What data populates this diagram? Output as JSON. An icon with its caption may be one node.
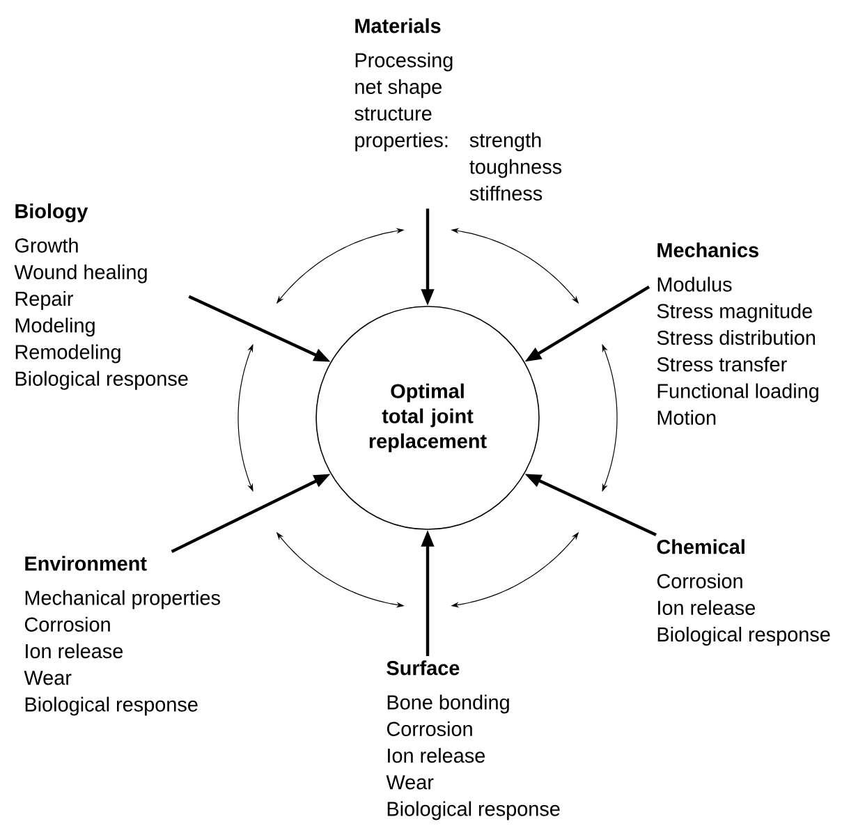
{
  "diagram": {
    "nodes": [
      {
        "text": [
          "Materials",
          "Processing",
          "net shape",
          "structure",
          "properties:",
          "strength",
          "toughness",
          "stiffness"
        ]
      },
      {
        "text": [
          "Biology",
          "Growth",
          "Wound healing",
          "Repair",
          "Modeling",
          "Remodeling",
          "Biological response"
        ]
      },
      {
        "text": [
          "Mechanics",
          "Modulus",
          "Stress magnitude",
          "Stress distribution",
          "Stress transfer",
          "Functional loading",
          "Motion"
        ]
      },
      {
        "text": [
          "Optimal total joint replacement"
        ]
      },
      {
        "text": [
          "Environment",
          "Mechanical properties",
          "Corrosion",
          "Ion release",
          "Wear",
          "Biological response"
        ]
      },
      {
        "text": [
          "Chemical",
          "Corrosion",
          "Ion release",
          "Biological response"
        ]
      },
      {
        "text": [
          "Surface",
          "Bone bonding",
          "Corrosion",
          "Ion release",
          "Wear",
          "Biological response"
        ]
      }
    ],
    "edges": [
      {
        "from": 0,
        "to": 3,
        "arrow": "to"
      },
      {
        "from": 1,
        "to": 3,
        "arrow": "to"
      },
      {
        "from": 2,
        "to": 3,
        "arrow": "to"
      },
      {
        "from": 4,
        "to": 3,
        "arrow": "to"
      },
      {
        "from": 5,
        "to": 3,
        "arrow": "to"
      },
      {
        "from": 6,
        "to": 3,
        "arrow": "to"
      }
    ]
  }
}
